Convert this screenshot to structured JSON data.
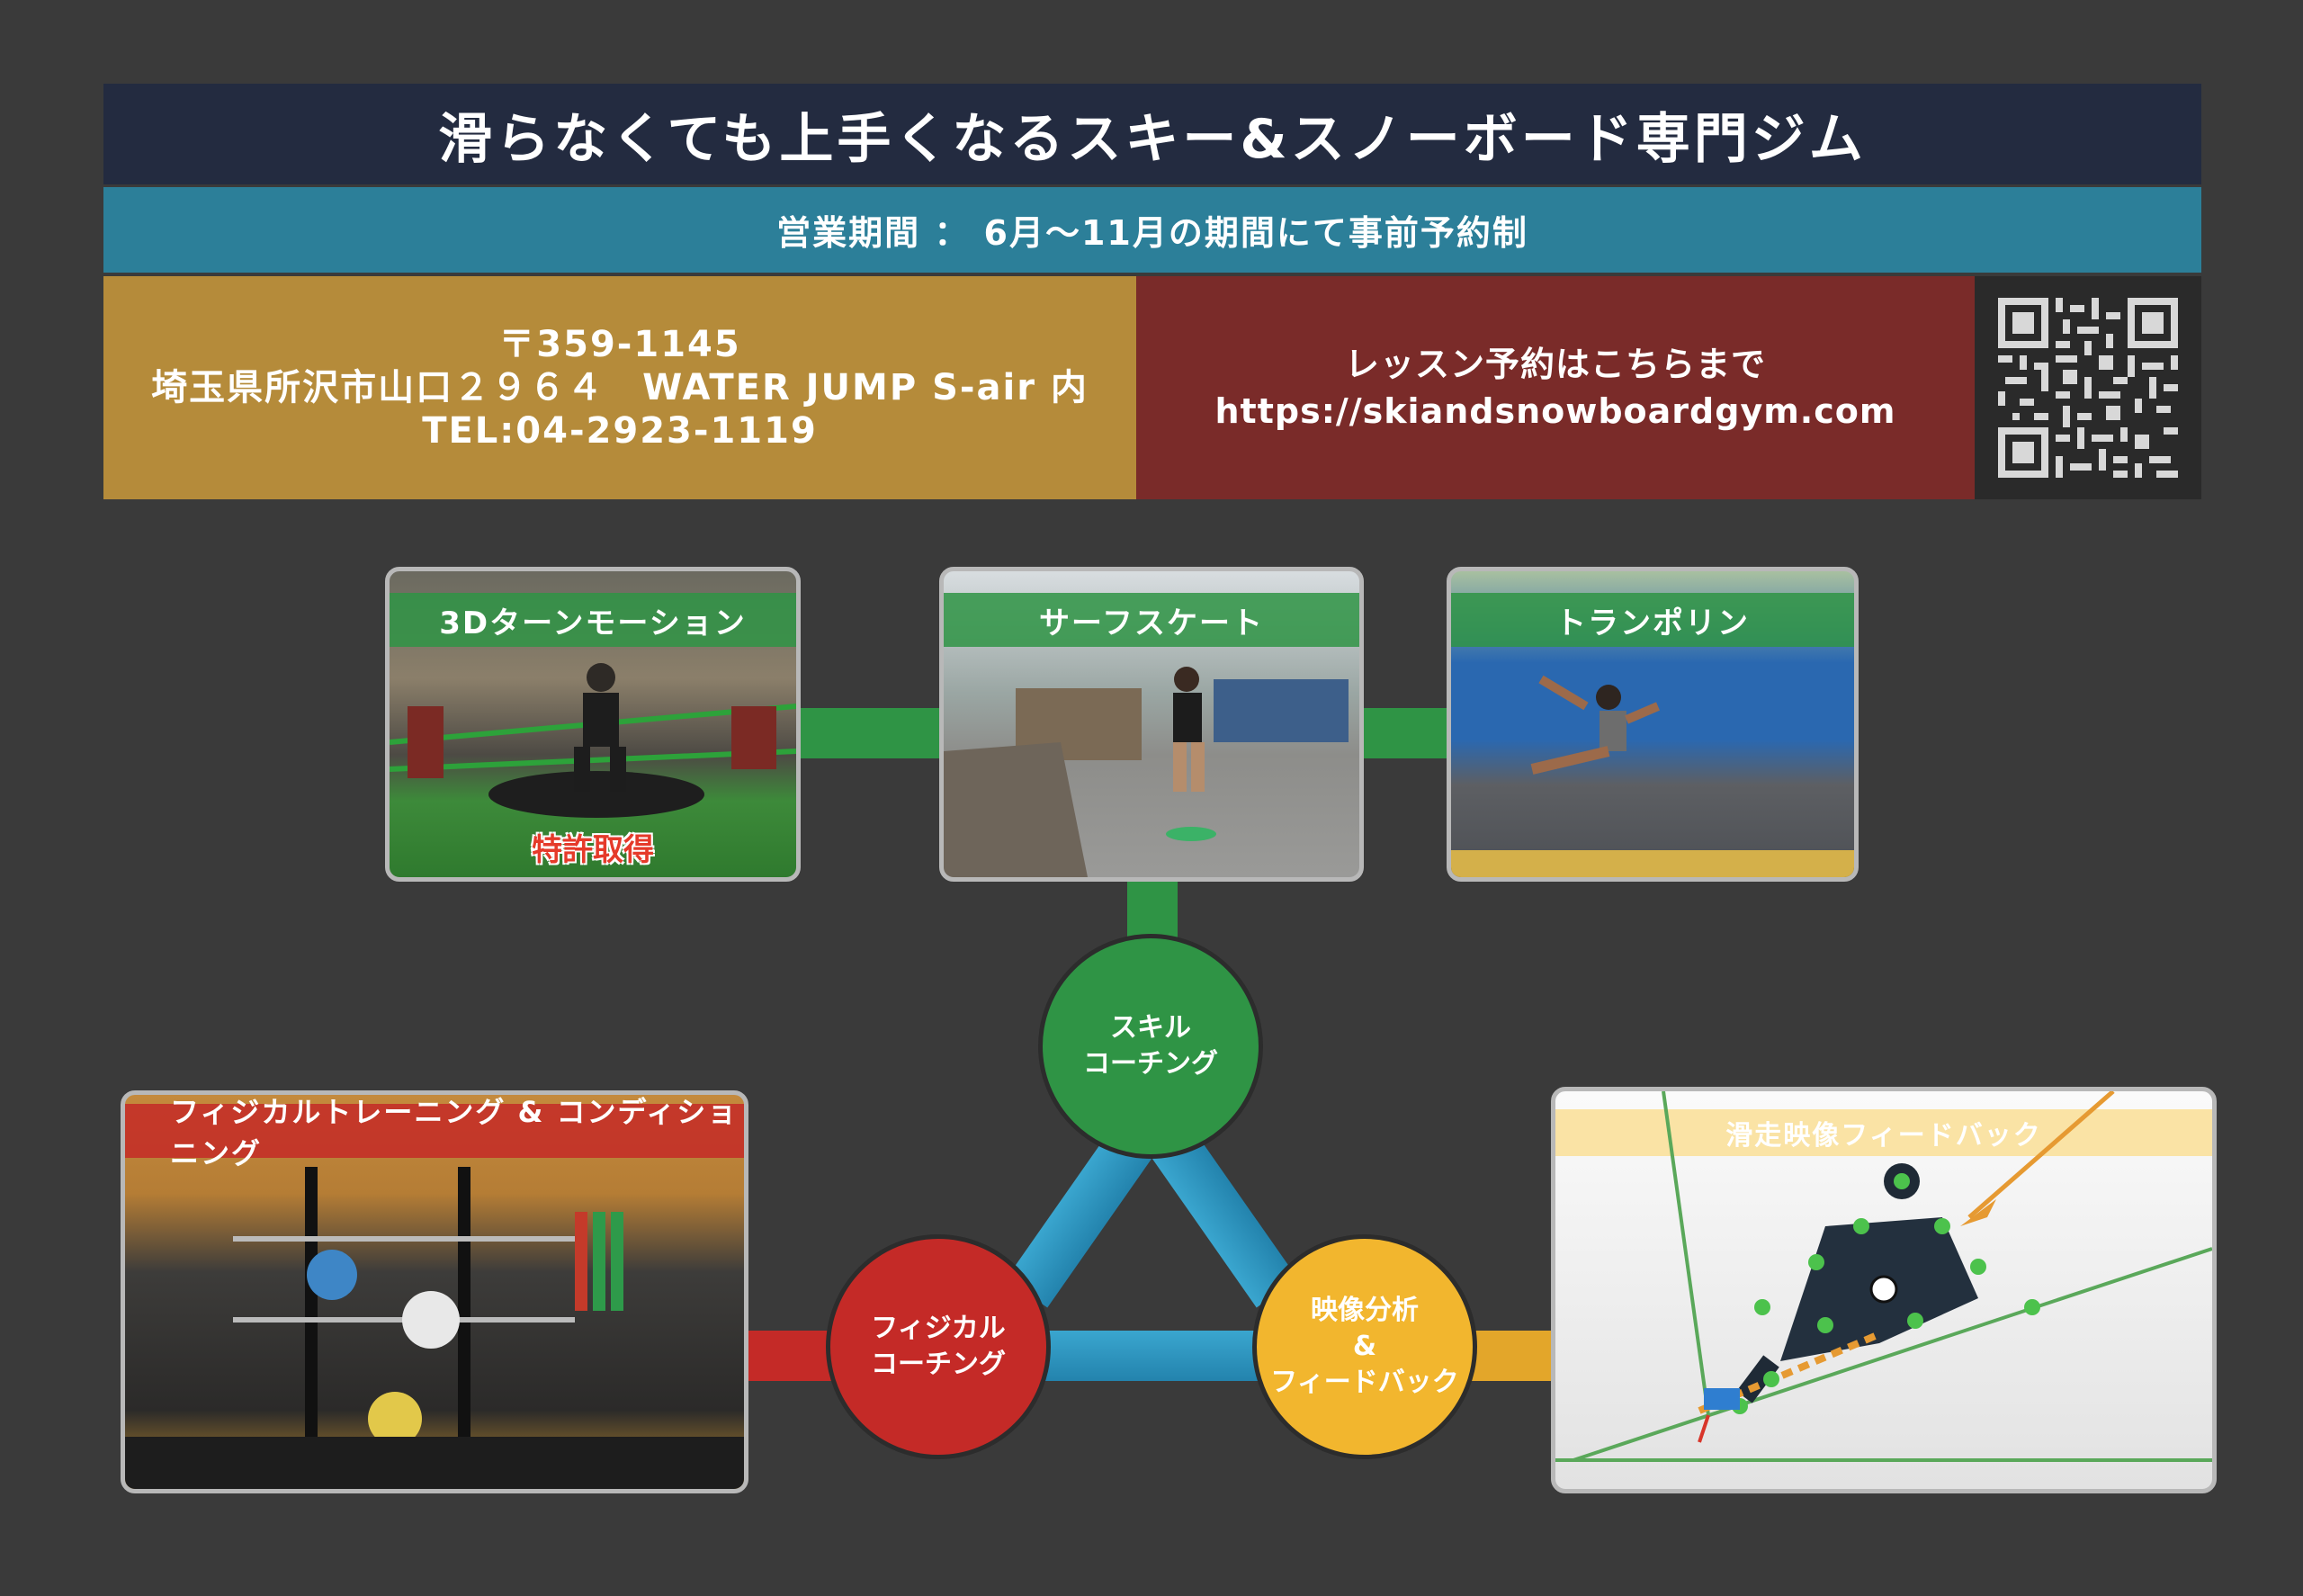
{
  "header": {
    "title": "滑らなくても上手くなるスキー&スノーボード専門ジム",
    "period": "営業期間 ： 6月～11月の期間にて事前予約制"
  },
  "address": {
    "postal": "〒359-1145",
    "line": "埼玉県所沢市山口２９６４　WATER JUMP S-air 内",
    "tel": "TEL:04-2923-1119"
  },
  "reservation": {
    "label": "レッスン予約はこちらまで",
    "url": "https://skiandsnowboardgym.com"
  },
  "cards": {
    "turn_motion": {
      "title": "3Dターンモーション",
      "badge": "特許取得"
    },
    "surf_skate": {
      "title": "サーフスケート"
    },
    "trampoline": {
      "title": "トランポリン"
    },
    "physical": {
      "title": "フィジカルトレーニング & コンディショニング"
    },
    "video": {
      "title": "滑走映像フィードバック"
    }
  },
  "circles": {
    "skill": {
      "line1": "スキル",
      "line2": "コーチング"
    },
    "physical": {
      "line1": "フィジカル",
      "line2": "コーチング"
    },
    "video": {
      "line1": "映像分析",
      "line2": "&",
      "line3": "フィードバック"
    }
  },
  "colors": {
    "title_bar": "#232b40",
    "period_bar": "#2c7f99",
    "address_bg": "#b58b3a",
    "reserve_bg": "#7a2b29",
    "skill_green": "#2f9445",
    "physical_red": "#c42a27",
    "video_yellow": "#f2b62e",
    "link_blue": "#2f97c0"
  }
}
